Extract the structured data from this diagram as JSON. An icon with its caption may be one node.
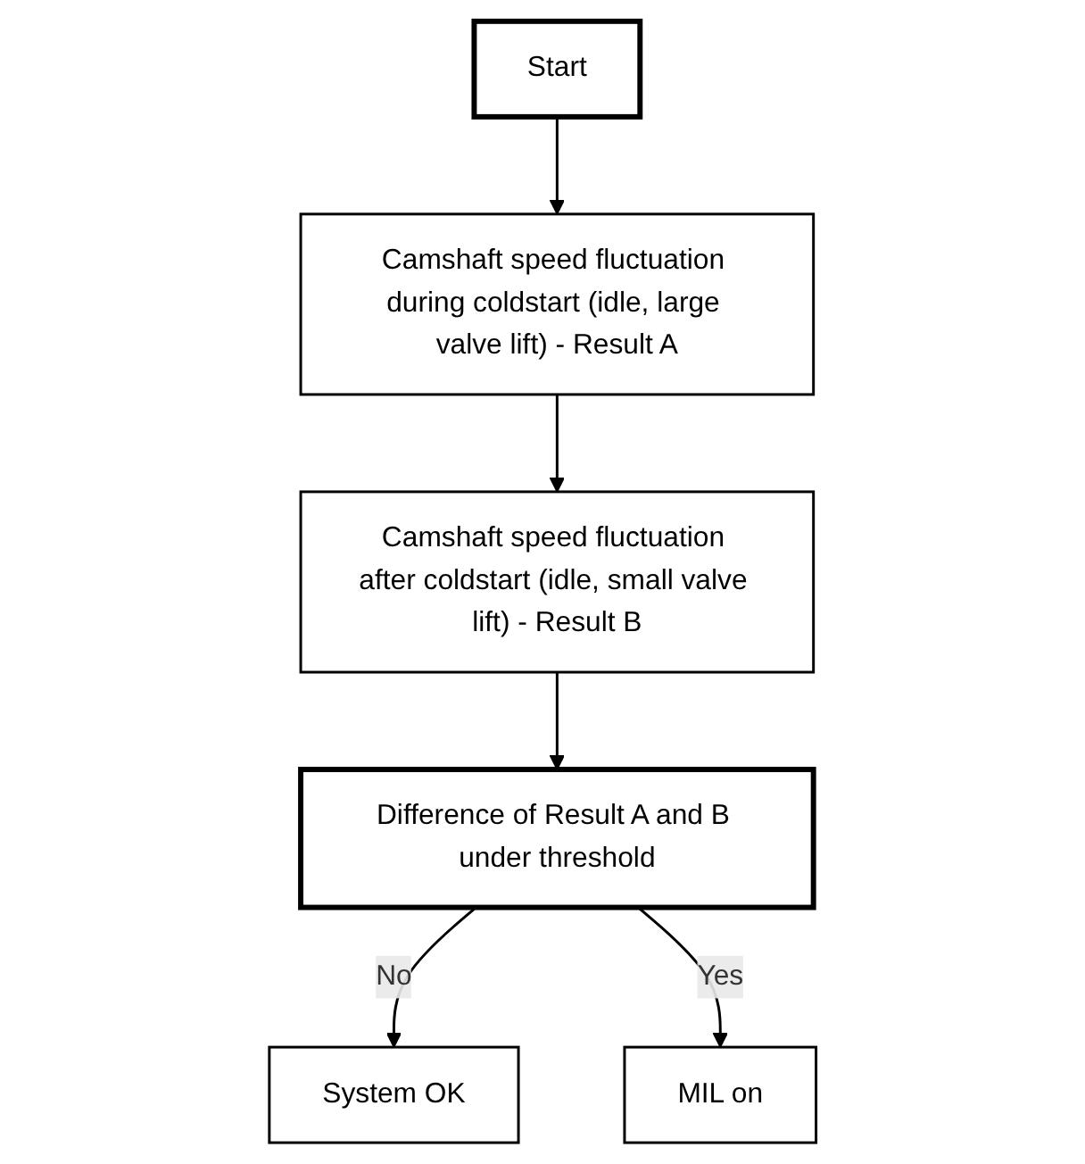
{
  "diagram": {
    "nodes": [
      {
        "text": [
          "Start"
        ]
      },
      {
        "text": [
          "Camshaft speed fluctuation during coldstart (idle, large valve lift) - Result A"
        ]
      },
      {
        "text": [
          "Camshaft speed fluctuation after coldstart (idle, small valve lift) - Result B"
        ]
      },
      {
        "text": [
          "Difference of Result A and B under threshold"
        ]
      },
      {
        "text": [
          "System OK"
        ]
      },
      {
        "text": [
          "MIL on"
        ]
      }
    ],
    "edges": [
      {
        "from": 0,
        "to": 1,
        "arrow": "to"
      },
      {
        "from": 1,
        "to": 2,
        "arrow": "to"
      },
      {
        "from": 2,
        "to": 3,
        "arrow": "to"
      },
      {
        "from": 3,
        "to": 4,
        "arrow": "to",
        "label": "No"
      },
      {
        "from": 3,
        "to": 5,
        "arrow": "to",
        "label": "Yes"
      }
    ]
  }
}
